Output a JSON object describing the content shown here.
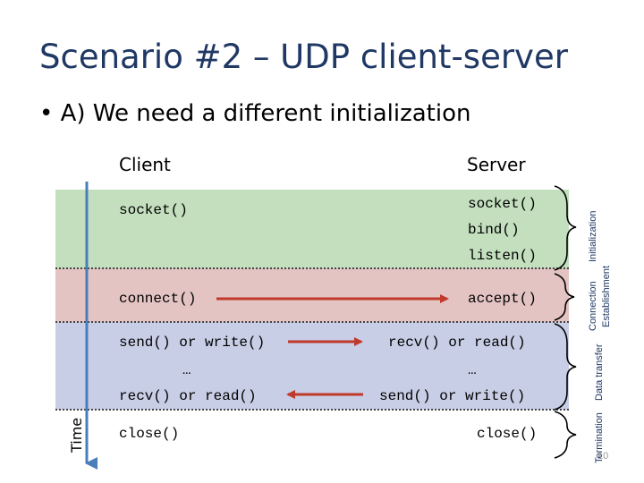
{
  "slide": {
    "title": "Scenario #2 – UDP client-server",
    "bullet": "• A) We need a different initialization",
    "client_heading": "Client",
    "server_heading": "Server",
    "time_label": "Time",
    "page_number": "10"
  },
  "client": {
    "socket": "socket()",
    "connect": "connect()",
    "send": "send() or write()",
    "ellipsis": "…",
    "recv": "recv() or read()",
    "close": "close()"
  },
  "server": {
    "socket": "socket()",
    "bind": "bind()",
    "listen": "listen()",
    "accept": "accept()",
    "recv": "recv() or read()",
    "ellipsis": "…",
    "send": "send() or write()",
    "close": "close()"
  },
  "phases": {
    "initialization": "Initialization",
    "connection": "Connection Establishment",
    "data_transfer": "Data transfer",
    "termination": "Termination"
  },
  "colors": {
    "initialization": "#c3dfbe",
    "connection": "#e3c4c3",
    "data_transfer": "#c8cee6",
    "arrow_red": "#c0392b",
    "time_arrow": "#4a7ebb"
  }
}
